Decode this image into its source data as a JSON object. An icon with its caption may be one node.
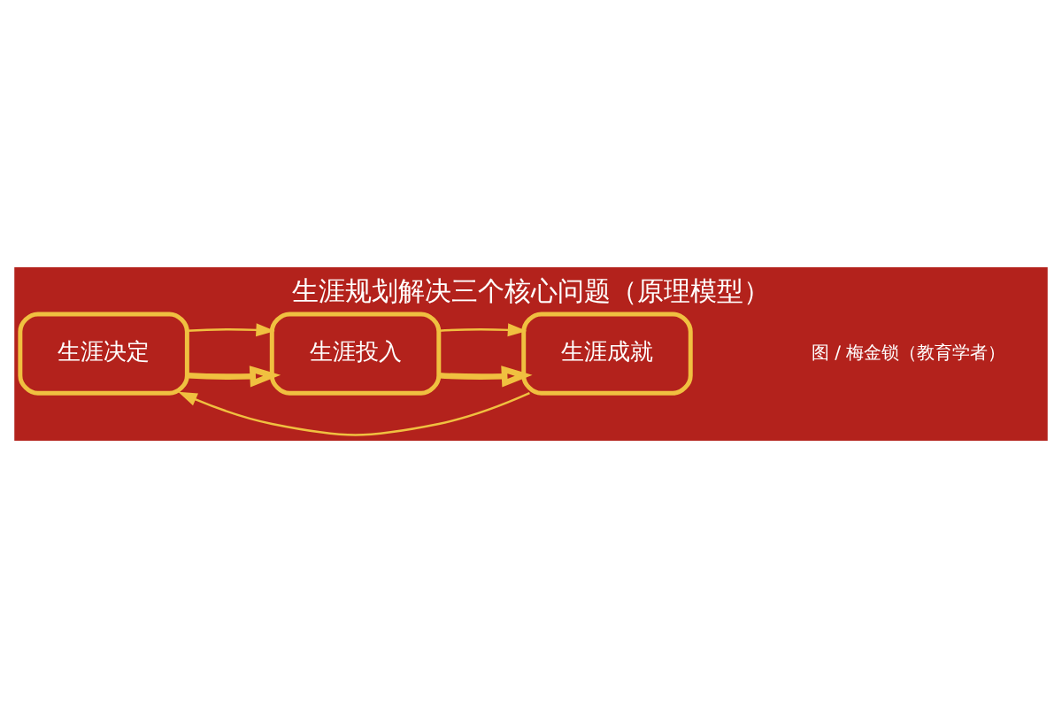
{
  "diagram": {
    "title": "生涯规划解决三个核心问题（原理模型）",
    "caption": "图 / 梅金锁（教育学者）",
    "nodes": [
      {
        "text": [
          "生涯决定"
        ]
      },
      {
        "text": [
          "生涯投入"
        ]
      },
      {
        "text": [
          "生涯成就"
        ]
      }
    ],
    "edges": [
      {
        "from": 0,
        "to": 1,
        "arrow": "to",
        "style": "thick"
      },
      {
        "from": 1,
        "to": 2,
        "arrow": "to",
        "style": "thick"
      },
      {
        "from": 0,
        "to": 1,
        "arrow": "to"
      },
      {
        "from": 1,
        "to": 2,
        "arrow": "to"
      },
      {
        "from": 2,
        "to": 0,
        "arrow": "to"
      }
    ]
  }
}
